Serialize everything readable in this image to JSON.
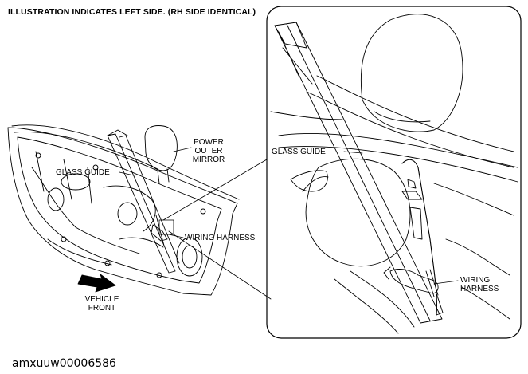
{
  "header": {
    "title": "ILLUSTRATION INDICATES LEFT SIDE.  (RH SIDE IDENTICAL)"
  },
  "labels": {
    "power_outer_mirror": [
      "POWER",
      "OUTER",
      "MIRROR"
    ],
    "glass_guide_left": "GLASS GUIDE",
    "wiring_harness_left": "WIRING HARNESS",
    "vehicle_front": [
      "VEHICLE",
      "FRONT"
    ],
    "glass_guide_detail": "GLASS GUIDE",
    "wiring_harness_detail": [
      "WIRING",
      "HARNESS"
    ]
  },
  "footer": {
    "code": "amxuuw00006586"
  }
}
